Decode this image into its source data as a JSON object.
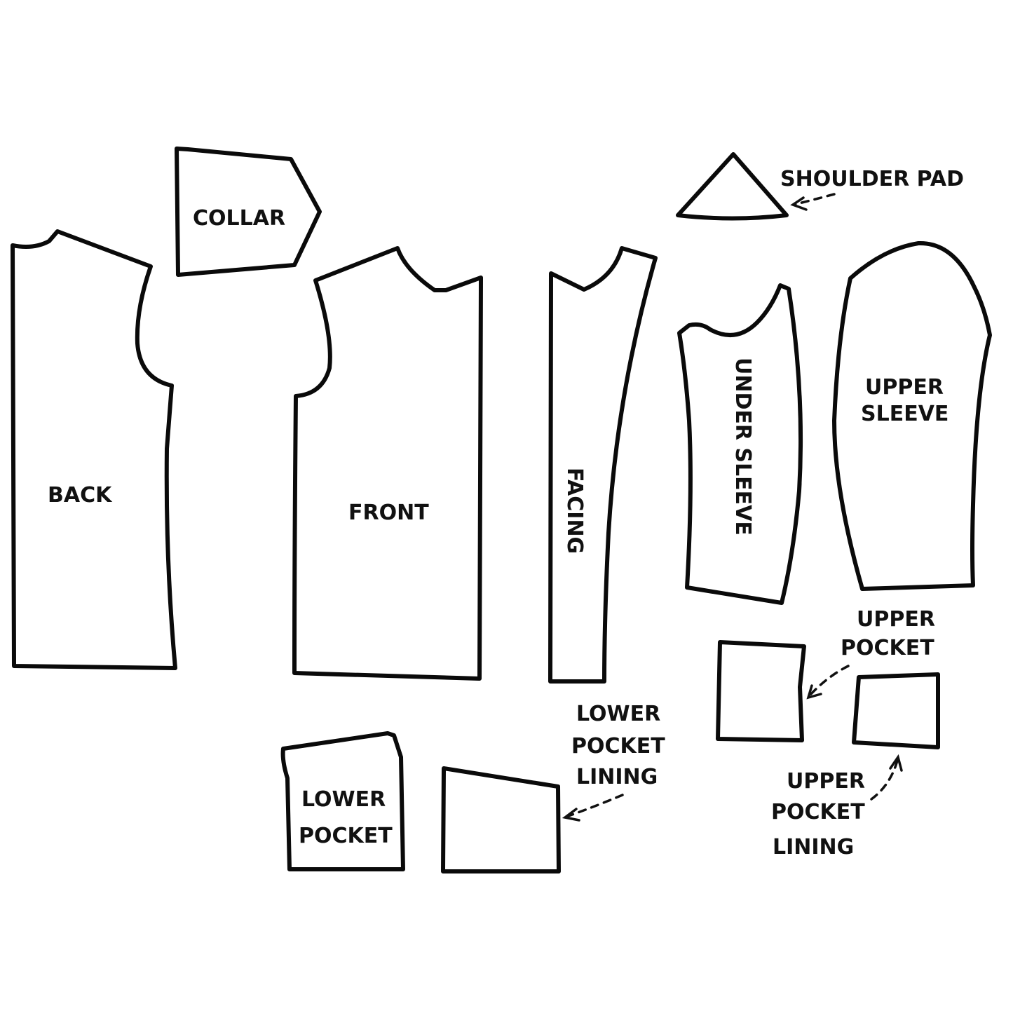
{
  "diagram": {
    "type": "sewing-pattern-layout",
    "background": "#ffffff",
    "line_color": "#0a0a0a",
    "pieces": [
      {
        "id": "back",
        "label": "BACK"
      },
      {
        "id": "collar",
        "label": "COLLAR"
      },
      {
        "id": "front",
        "label": "FRONT"
      },
      {
        "id": "facing",
        "label": "FACING"
      },
      {
        "id": "shoulder-pad",
        "label": "SHOULDER PAD"
      },
      {
        "id": "under-sleeve",
        "label": "UNDER SLEEVE"
      },
      {
        "id": "upper-sleeve",
        "label_line1": "UPPER",
        "label_line2": "SLEEVE"
      },
      {
        "id": "upper-pocket",
        "label_line1": "UPPER",
        "label_line2": "POCKET"
      },
      {
        "id": "upper-pocket-lining",
        "label_line1": "UPPER",
        "label_line2": "POCKET",
        "label_line3": "LINING"
      },
      {
        "id": "lower-pocket",
        "label_line1": "LOWER",
        "label_line2": "POCKET"
      },
      {
        "id": "lower-pocket-lining",
        "label_line1": "LOWER",
        "label_line2": "POCKET",
        "label_line3": "LINING"
      }
    ]
  }
}
